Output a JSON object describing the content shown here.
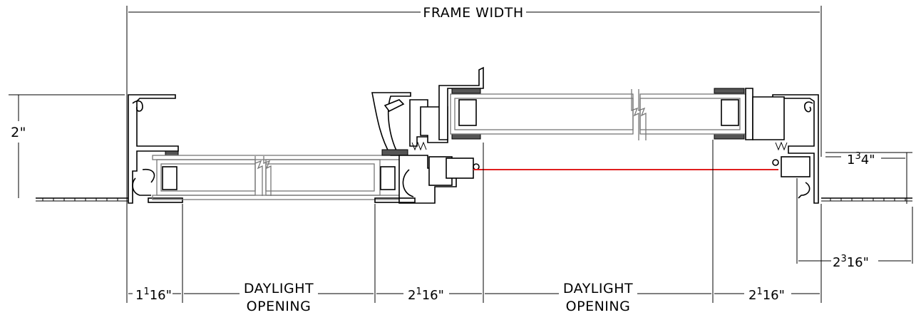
{
  "dimensions": {
    "frame_width": "FRAME WIDTH",
    "height_left": "2\"",
    "depth_right": {
      "whole": "1",
      "num": "3",
      "den": "4",
      "suffix": "\""
    },
    "offset_right": {
      "whole": "2",
      "num": "3",
      "den": "16",
      "suffix": "\""
    },
    "bottom": [
      {
        "whole": "1",
        "num": "1",
        "den": "16",
        "suffix": "\""
      },
      {
        "line1": "DAYLIGHT",
        "line2": "OPENING"
      },
      {
        "whole": "2",
        "num": "1",
        "den": "16",
        "suffix": "\""
      },
      {
        "line1": "DAYLIGHT",
        "line2": "OPENING"
      },
      {
        "whole": "2",
        "num": "1",
        "den": "16",
        "suffix": "\""
      }
    ]
  },
  "colors": {
    "line": "#000000",
    "glass": "#777777",
    "lock_line": "#e01e1e"
  }
}
